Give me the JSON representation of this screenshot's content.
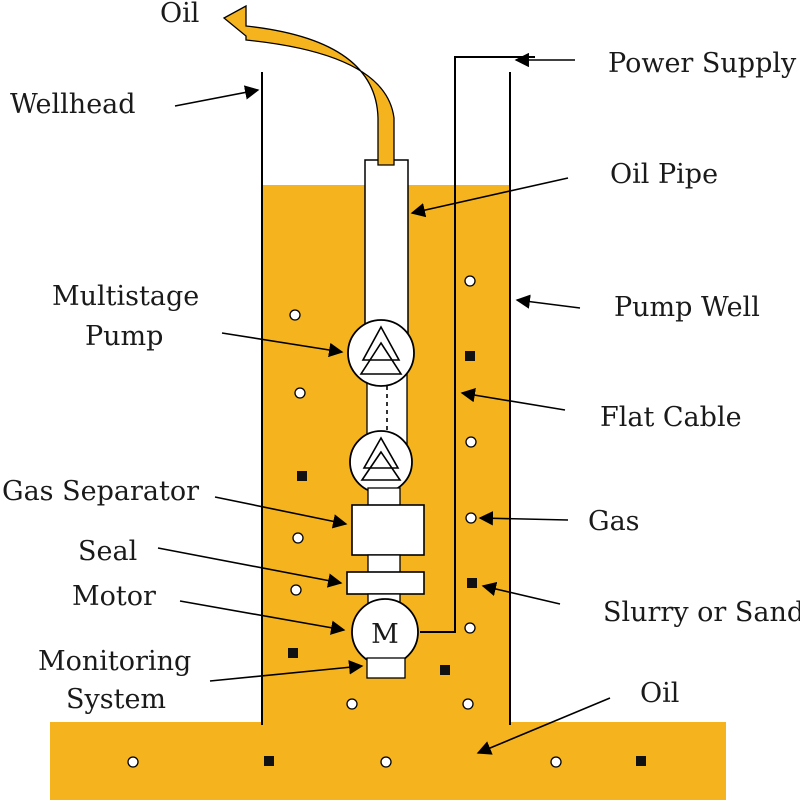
{
  "colors": {
    "oil": "#F5B31E",
    "background": "#FFFFFF",
    "stroke": "#000000"
  },
  "labels": {
    "oil_top": "Oil",
    "wellhead": "Wellhead",
    "power_supply": "Power Supply",
    "oil_pipe": "Oil Pipe",
    "multistage_pump_line1": "Multistage",
    "multistage_pump_line2": "Pump",
    "pump_well": "Pump Well",
    "flat_cable": "Flat Cable",
    "gas_separator": "Gas Separator",
    "seal": "Seal",
    "motor": "Motor",
    "gas": "Gas",
    "slurry_or_sand": "Slurry or Sand",
    "monitoring_line1": "Monitoring",
    "monitoring_line2": "System",
    "oil_bottom": "Oil",
    "motor_symbol": "M"
  }
}
